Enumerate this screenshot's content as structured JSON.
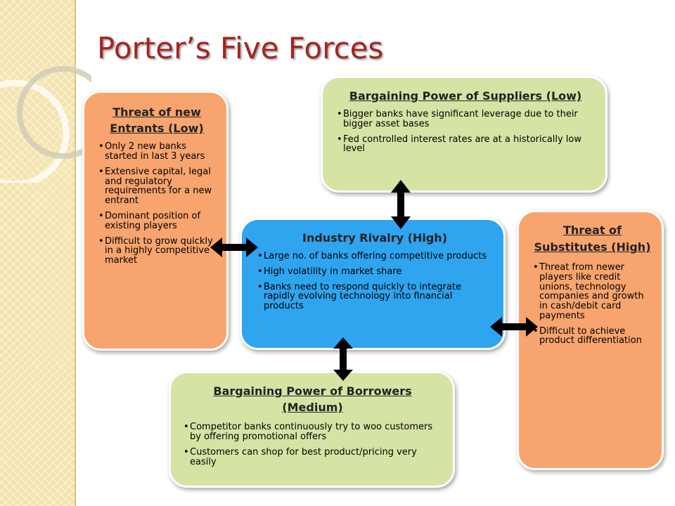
{
  "slide": {
    "title": "Porter’s Five Forces"
  },
  "forces": {
    "entrants": {
      "heading": "Threat of new Entrants (Low)",
      "bullets": [
        "Only 2 new banks started in last 3 years",
        "Extensive capital, legal and regulatory requirements for a new entrant",
        "Dominant position of existing players",
        "Difficult to grow quickly in a highly competitive market"
      ]
    },
    "suppliers": {
      "heading": "Bargaining Power of Suppliers (Low)",
      "bullets": [
        "Bigger banks have significant leverage due to their bigger asset bases",
        "Fed controlled interest rates are at a historically low level"
      ]
    },
    "rivalry": {
      "heading": "Industry Rivalry (High)",
      "bullets": [
        "Large no. of banks offering competitive products",
        "High volatility in market share",
        "Banks need to respond quickly to integrate rapidly evolving technology into financial products"
      ]
    },
    "substitutes": {
      "heading": "Threat of Substitutes (High)",
      "bullets": [
        "Threat from newer players like credit unions, technology companies and growth in cash/debit card payments",
        "Difficult to achieve product differentiation"
      ]
    },
    "borrowers": {
      "heading": "Bargaining Power of Borrowers (Medium)",
      "bullets": [
        "Competitor banks continuously try to woo customers by offering promotional offers",
        "Customers can shop for best product/pricing very easily"
      ]
    }
  },
  "colors": {
    "title": "#a4241f",
    "orange_box": "#f7a46e",
    "green_box": "#d5e3a5",
    "blue_box": "#2fa4ef",
    "arrow": "#000000",
    "side_stripe": "#f5e3ad"
  },
  "icons": {
    "arrows": [
      "double-arrow-vertical-icon",
      "double-arrow-horizontal-icon"
    ]
  }
}
